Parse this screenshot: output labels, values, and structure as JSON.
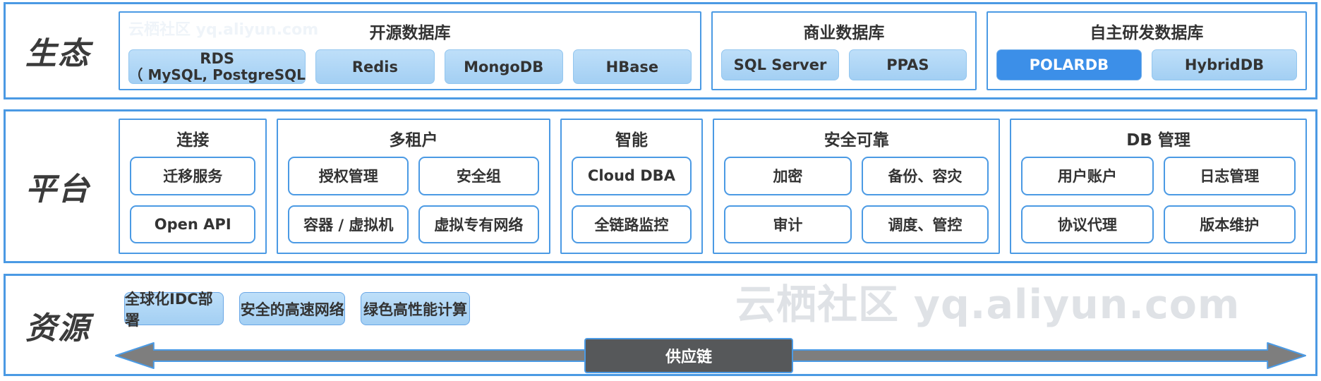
{
  "colors": {
    "border_blue": "#4b9ae4",
    "button_blue": "#a9d3f4",
    "highlight_blue": "#3c8fe8",
    "arrow_gray": "#7e7e7e",
    "dark_box": "#56585a",
    "text_dark": "#333333"
  },
  "watermark": {
    "text": "云栖社区 yq.aliyun.com",
    "ghost": "云栖社区 yq.aliyun.com"
  },
  "bands": [
    {
      "label": "生态",
      "groups": [
        {
          "title": "开源数据库",
          "items": [
            {
              "line1": "RDS",
              "line2": "（ MySQL, PostgreSQL"
            },
            {
              "label": "Redis"
            },
            {
              "label": "MongoDB"
            },
            {
              "label": "HBase"
            }
          ]
        },
        {
          "title": "商业数据库",
          "items": [
            {
              "label": "SQL Server"
            },
            {
              "label": "PPAS"
            }
          ]
        },
        {
          "title": "自主研发数据库",
          "items": [
            {
              "label": "POLARDB",
              "highlight": true
            },
            {
              "label": "HybridDB"
            }
          ]
        }
      ]
    },
    {
      "label": "平台",
      "groups": [
        {
          "title": "连接",
          "items": [
            "迁移服务",
            "Open API"
          ]
        },
        {
          "title": "多租户",
          "items": [
            "授权管理",
            "安全组",
            "容器 / 虚拟机",
            "虚拟专有网络"
          ]
        },
        {
          "title": "智能",
          "items": [
            "Cloud DBA",
            "全链路监控"
          ]
        },
        {
          "title": "安全可靠",
          "items": [
            "加密",
            "备份、容灾",
            "审计",
            "调度、管控"
          ]
        },
        {
          "title": "DB 管理",
          "items": [
            "用户账户",
            "日志管理",
            "协议代理",
            "版本维护"
          ]
        }
      ]
    },
    {
      "label": "资源",
      "bars": [
        "全球化IDC部署",
        "安全的高速网络",
        "绿色高性能计算"
      ],
      "arrow_label": "供应链"
    }
  ]
}
